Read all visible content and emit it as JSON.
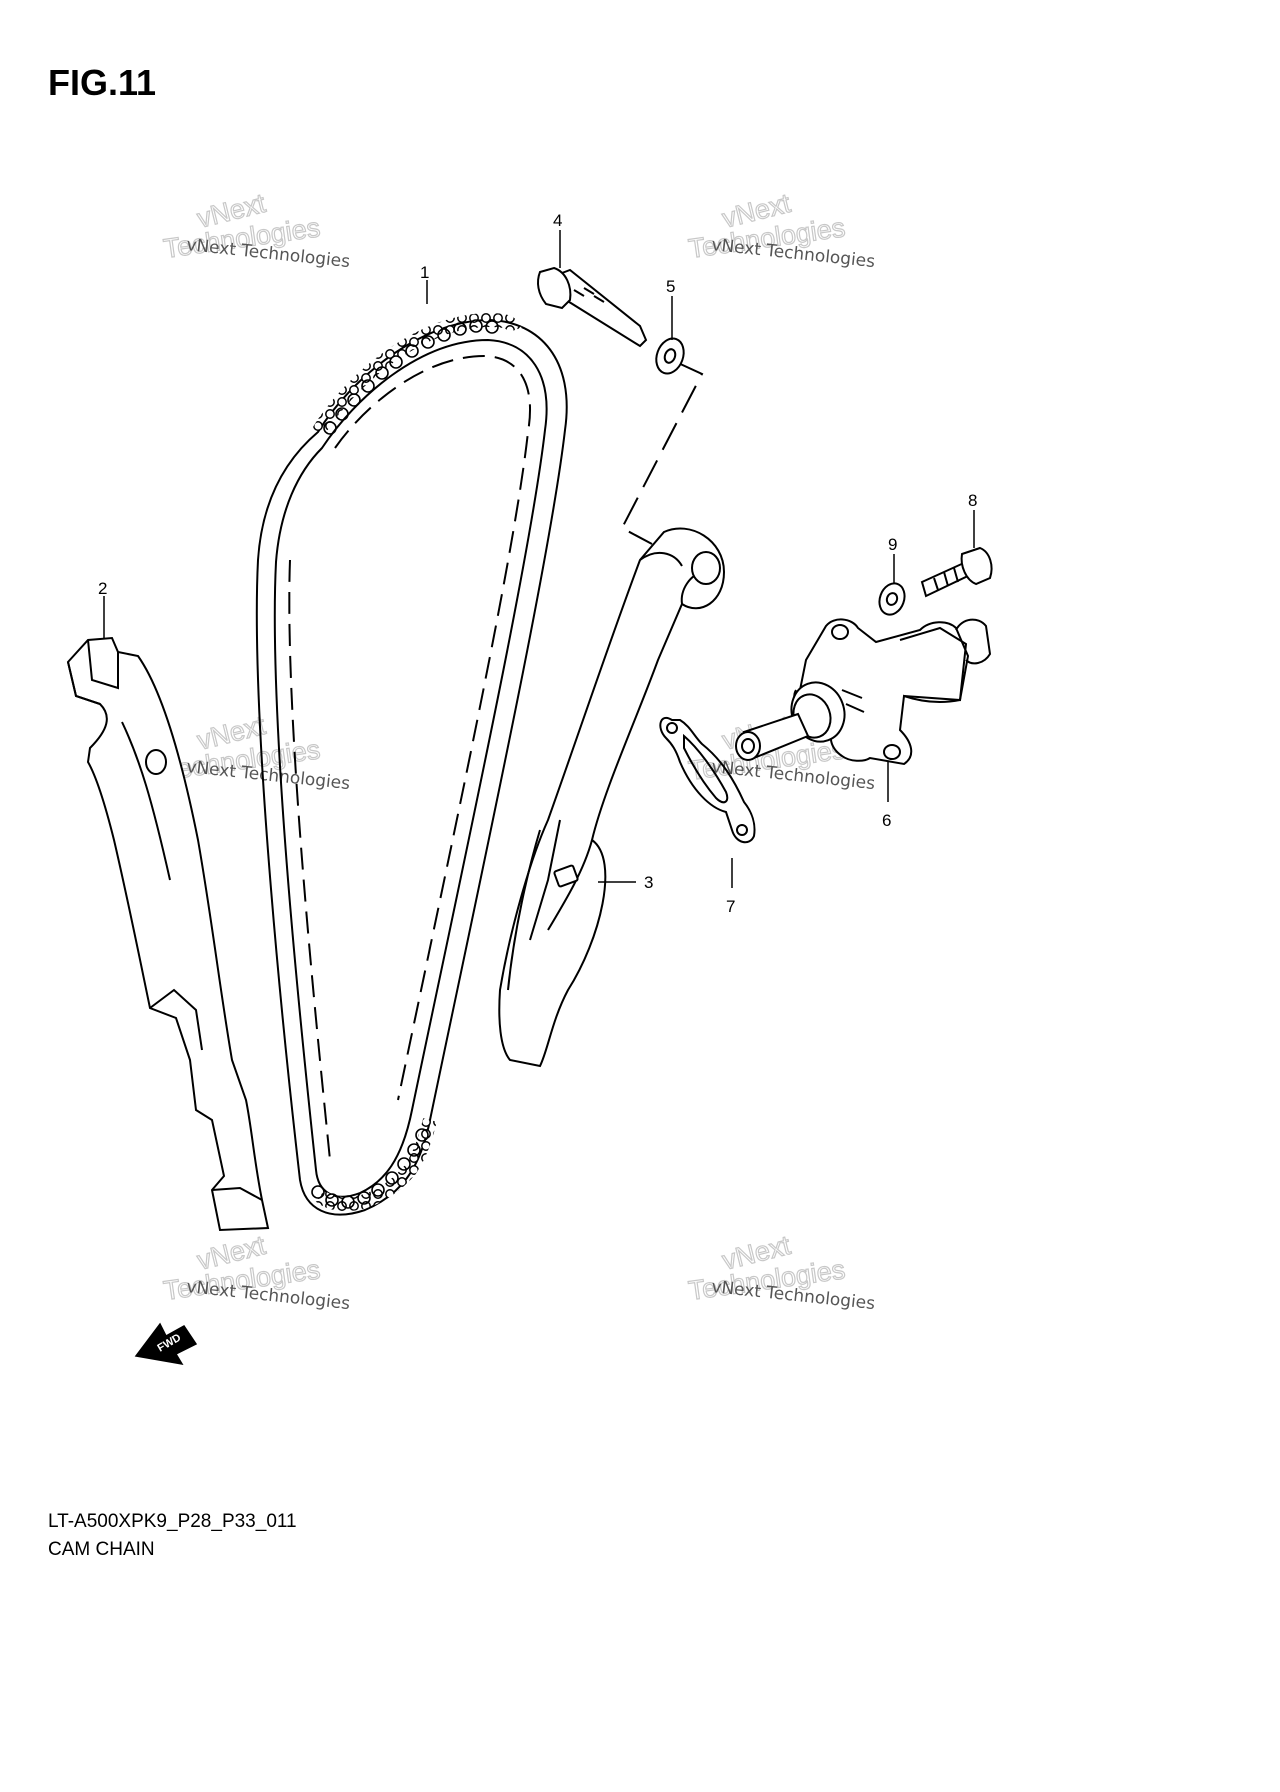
{
  "figure": {
    "title": "FIG.11"
  },
  "callouts": {
    "c1": "1",
    "c2": "2",
    "c3": "3",
    "c4": "4",
    "c5": "5",
    "c6": "6",
    "c7": "7",
    "c8": "8",
    "c9": "9"
  },
  "watermark": {
    "small": "vNext Technologies",
    "arc": "vNext",
    "large": "Technologies"
  },
  "arrow_label": "FWD",
  "caption": {
    "model": "LT-A500XPK9_P28_P33_011",
    "name": "CAM CHAIN"
  }
}
